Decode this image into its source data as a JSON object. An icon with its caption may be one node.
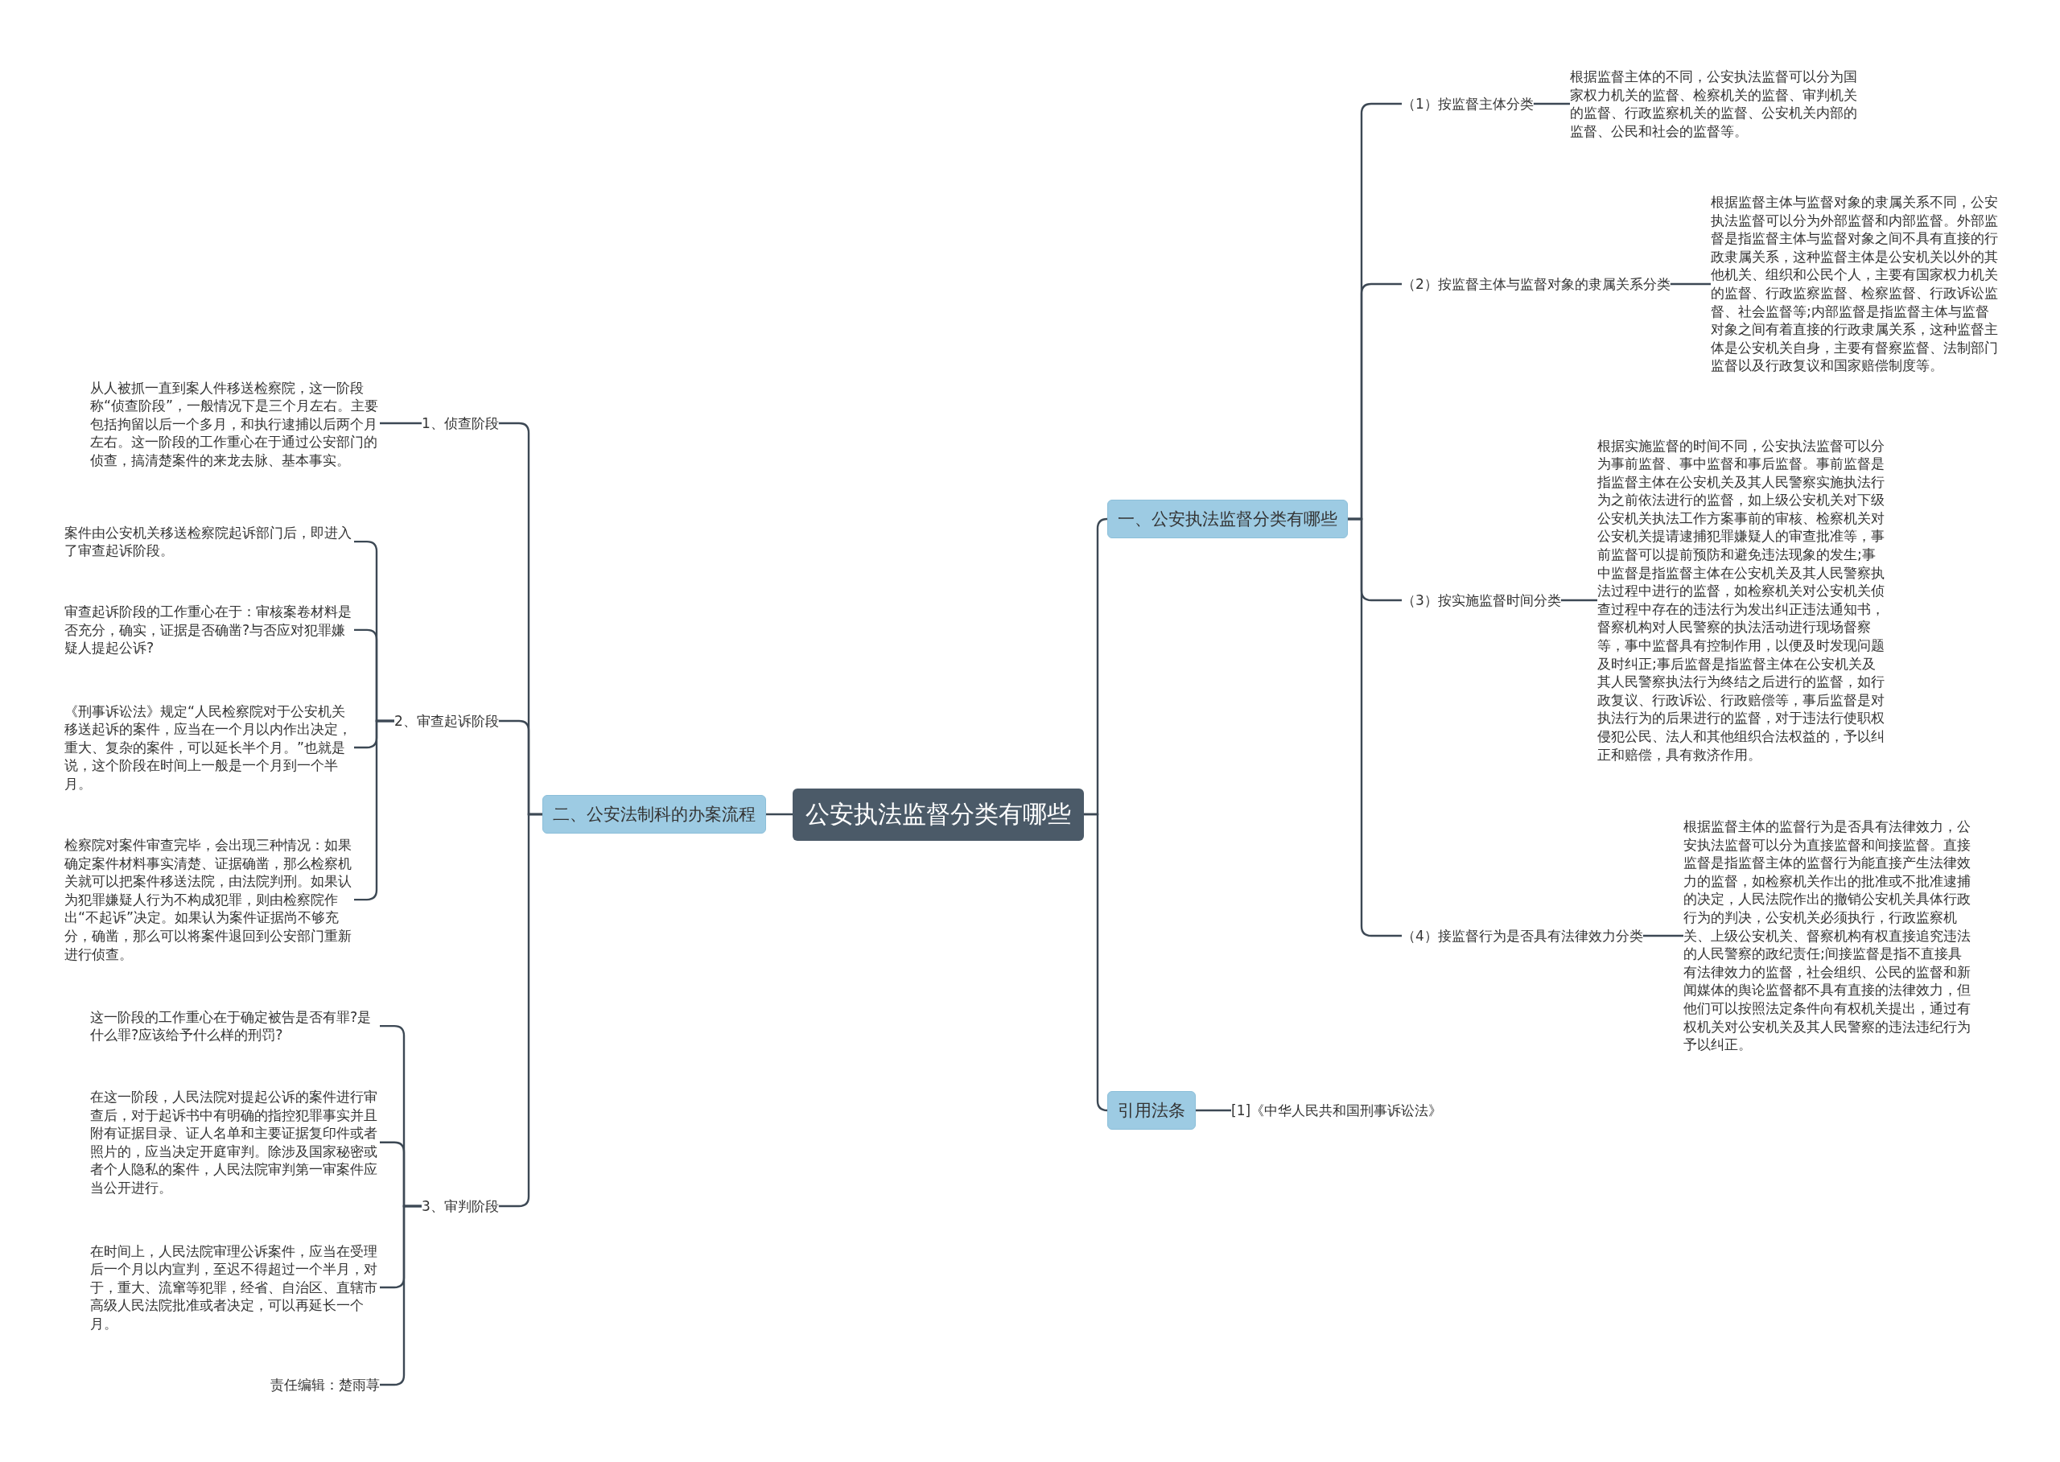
{
  "diagram": {
    "nodes": [
      {
        "text": [
          "公安执法监督分类有哪些"
        ]
      },
      {
        "text": [
          "一、公安执法监督分类有哪些"
        ]
      },
      {
        "text": [
          "（1）按监督主体分类"
        ]
      },
      {
        "text": [
          "根据监督主体的不同，公安执法监督可以分为国家权力机关的监督、检察机关的监督、审判机关的监督、行政监察机关的监督、公安机关内部的监督、公民和社会的监督等。"
        ]
      },
      {
        "text": [
          "（2）按监督主体与监督对象的隶属关系分类"
        ]
      },
      {
        "text": [
          "根据监督主体与监督对象的隶属关系不同，公安执法监督可以分为外部监督和内部监督。外部监督是指监督主体与监督对象之间不具有直接的行政隶属关系，这种监督主体是公安机关以外的其他机关、组织和公民个人，主要有国家权力机关的监督、行政监察监督、检察监督、行政诉讼监督、社会监督等;内部监督是指监督主体与监督对象之间有着直接的行政隶属关系，这种监督主体是公安机关自身，主要有督察监督、法制部门监督以及行政复议和国家赔偿制度等。"
        ]
      },
      {
        "text": [
          "（3）按实施监督时间分类"
        ]
      },
      {
        "text": [
          "根据实施监督的时间不同，公安执法监督可以分为事前监督、事中监督和事后监督。事前监督是指监督主体在公安机关及其人民警察实施执法行为之前依法进行的监督，如上级公安机关对下级公安机关执法工作方案事前的审核、检察机关对公安机关提请逮捕犯罪嫌疑人的审查批准等，事前监督可以提前预防和避免违法现象的发生;事中监督是指监督主体在公安机关及其人民警察执法过程中进行的监督，如检察机关对公安机关侦查过程中存在的违法行为发出纠正违法通知书，督察机构对人民警察的执法活动进行现场督察等，事中监督具有控制作用，以便及时发现问题及时纠正;事后监督是指监督主体在公安机关及其人民警察执法行为终结之后进行的监督，如行政复议、行政诉讼、行政赔偿等，事后监督是对执法行为的后果进行的监督，对于违法行使职权侵犯公民、法人和其他组织合法权益的，予以纠正和赔偿，具有救济作用。"
        ]
      },
      {
        "text": [
          "（4）接监督行为是否具有法律效力分类"
        ]
      },
      {
        "text": [
          "根据监督主体的监督行为是否具有法律效力，公安执法监督可以分为直接监督和间接监督。直接监督是指监督主体的监督行为能直接产生法律效力的监督，如检察机关作出的批准或不批准逮捕的决定，人民法院作出的撤销公安机关具体行政行为的判决，公安机关必须执行，行政监察机关、上级公安机关、督察机构有权直接追究违法的人民警察的政纪责任;间接监督是指不直接具有法律效力的监督，社会组织、公民的监督和新闻媒体的舆论监督都不具有直接的法律效力，但他们可以按照法定条件向有权机关提出，通过有权机关对公安机关及其人民警察的违法违纪行为予以纠正。"
        ]
      },
      {
        "text": [
          "引用法条"
        ]
      },
      {
        "text": [
          "[1]《中华人民共和国刑事诉讼法》"
        ]
      },
      {
        "text": [
          "二、公安法制科的办案流程"
        ]
      },
      {
        "text": [
          "1、侦查阶段"
        ]
      },
      {
        "text": [
          "从人被抓一直到案人件移送检察院，这一阶段称“侦查阶段”，一般情况下是三个月左右。主要包括拘留以后一个多月，和执行逮捕以后两个月左右。这一阶段的工作重心在于通过公安部门的侦查，搞清楚案件的来龙去脉、基本事实。"
        ]
      },
      {
        "text": [
          "2、审查起诉阶段"
        ]
      },
      {
        "text": [
          "案件由公安机关移送检察院起诉部门后，即进入了审查起诉阶段。"
        ]
      },
      {
        "text": [
          "审查起诉阶段的工作重心在于：审核案卷材料是否充分，确实，证据是否确凿?与否应对犯罪嫌疑人提起公诉?"
        ]
      },
      {
        "text": [
          "《刑事诉讼法》规定“人民检察院对于公安机关移送起诉的案件，应当在一个月以内作出决定，重大、复杂的案件，可以延长半个月。”也就是说，这个阶段在时间上一般是一个月到一个半月。"
        ]
      },
      {
        "text": [
          "检察院对案件审查完毕，会出现三种情况：如果确定案件材料事实清楚、证据确凿，那么检察机关就可以把案件移送法院，由法院判刑。如果认为犯罪嫌疑人行为不构成犯罪，则由检察院作出“不起诉”决定。如果认为案件证据尚不够充分，确凿，那么可以将案件退回到公安部门重新进行侦查。"
        ]
      },
      {
        "text": [
          "3、审判阶段"
        ]
      },
      {
        "text": [
          "这一阶段的工作重心在于确定被告是否有罪?是什么罪?应该给予什么样的刑罚?"
        ]
      },
      {
        "text": [
          "在这一阶段，人民法院对提起公诉的案件进行审查后，对于起诉书中有明确的指控犯罪事实并且附有证据目录、证人名单和主要证据复印件或者照片的，应当决定开庭审判。除涉及国家秘密或者个人隐私的案件，人民法院审判第一审案件应当公开进行。"
        ]
      },
      {
        "text": [
          "在时间上，人民法院审理公诉案件，应当在受理后一个月以内宣判，至迟不得超过一个半月，对于，重大、流窜等犯罪，经省、自治区、直辖市高级人民法院批准或者决定，可以再延长一个月。"
        ]
      },
      {
        "text": [
          "责任编辑：楚雨荨"
        ]
      }
    ],
    "edges": [
      {
        "from": 0,
        "to": 1,
        "arrow": "none"
      },
      {
        "from": 0,
        "to": 10,
        "arrow": "none"
      },
      {
        "from": 0,
        "to": 12,
        "arrow": "none"
      },
      {
        "from": 1,
        "to": 2,
        "arrow": "none"
      },
      {
        "from": 1,
        "to": 4,
        "arrow": "none"
      },
      {
        "from": 1,
        "to": 6,
        "arrow": "none"
      },
      {
        "from": 1,
        "to": 8,
        "arrow": "none"
      },
      {
        "from": 2,
        "to": 3,
        "arrow": "none"
      },
      {
        "from": 4,
        "to": 5,
        "arrow": "none"
      },
      {
        "from": 6,
        "to": 7,
        "arrow": "none"
      },
      {
        "from": 8,
        "to": 9,
        "arrow": "none"
      },
      {
        "from": 10,
        "to": 11,
        "arrow": "none"
      },
      {
        "from": 12,
        "to": 13,
        "arrow": "none"
      },
      {
        "from": 12,
        "to": 15,
        "arrow": "none"
      },
      {
        "from": 12,
        "to": 20,
        "arrow": "none"
      },
      {
        "from": 13,
        "to": 14,
        "arrow": "none"
      },
      {
        "from": 15,
        "to": 16,
        "arrow": "none"
      },
      {
        "from": 15,
        "to": 17,
        "arrow": "none"
      },
      {
        "from": 15,
        "to": 18,
        "arrow": "none"
      },
      {
        "from": 15,
        "to": 19,
        "arrow": "none"
      },
      {
        "from": 20,
        "to": 21,
        "arrow": "none"
      },
      {
        "from": 20,
        "to": 22,
        "arrow": "none"
      },
      {
        "from": 20,
        "to": 23,
        "arrow": "none"
      },
      {
        "from": 20,
        "to": 24,
        "arrow": "none"
      }
    ]
  }
}
